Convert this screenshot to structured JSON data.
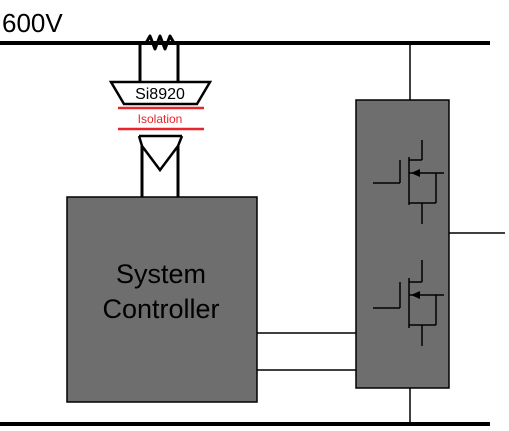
{
  "rail_label": "600V",
  "amplifier_label": "Si8920",
  "isolation_label": "Isolation",
  "controller_label_line1": "System",
  "controller_label_line2": "Controller",
  "colors": {
    "line": "#000000",
    "block_fill": "#6e6e6e",
    "isolation": "#e8252a",
    "background": "#ffffff"
  }
}
